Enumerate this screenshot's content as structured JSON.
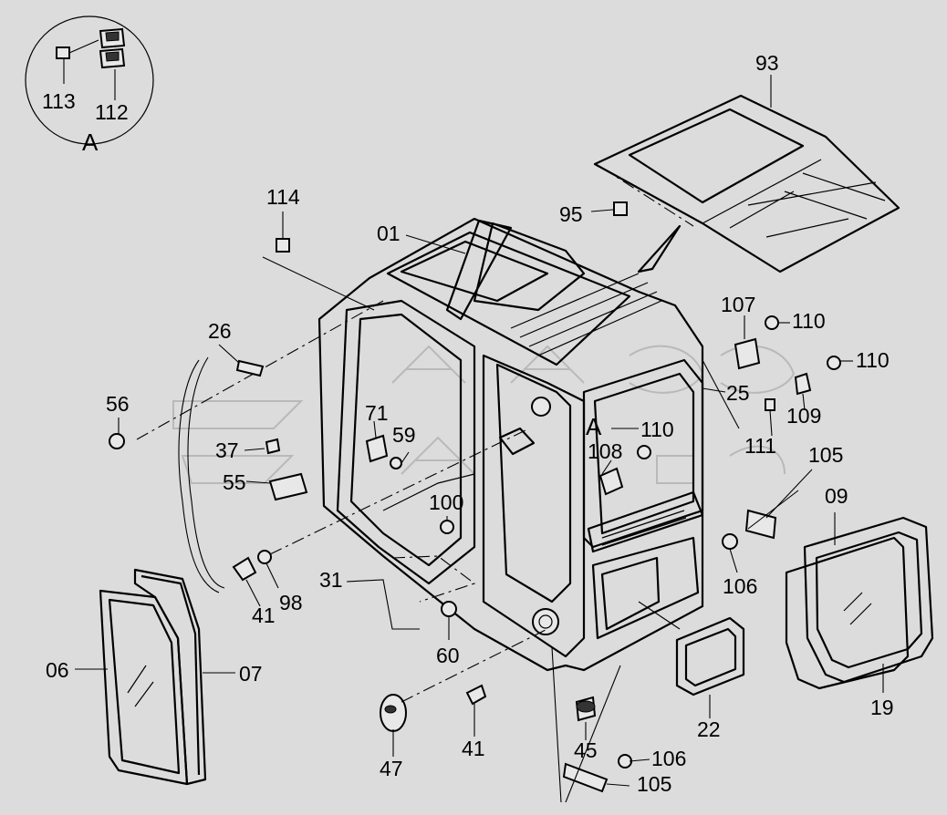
{
  "detail": {
    "title": "A",
    "parts": [
      "113",
      "112"
    ]
  },
  "callouts": {
    "p93": "93",
    "p95": "95",
    "p114": "114",
    "p01": "01",
    "p26": "26",
    "p56": "56",
    "p37": "37",
    "p55": "55",
    "p71": "71",
    "p59": "59",
    "p107": "107",
    "p110a": "110",
    "p110b": "110",
    "p25": "25",
    "p110c": "110",
    "p109": "109",
    "p108": "108",
    "p111": "111",
    "p105a": "105",
    "p09": "09",
    "p100": "100",
    "p31": "31",
    "p41a": "41",
    "p98": "98",
    "p60": "60",
    "p106a": "106",
    "p06": "06",
    "p07": "07",
    "p47": "47",
    "p41b": "41",
    "p45": "45",
    "p22": "22",
    "p19": "19",
    "p106b": "106",
    "p105b": "105",
    "pA": "A"
  }
}
